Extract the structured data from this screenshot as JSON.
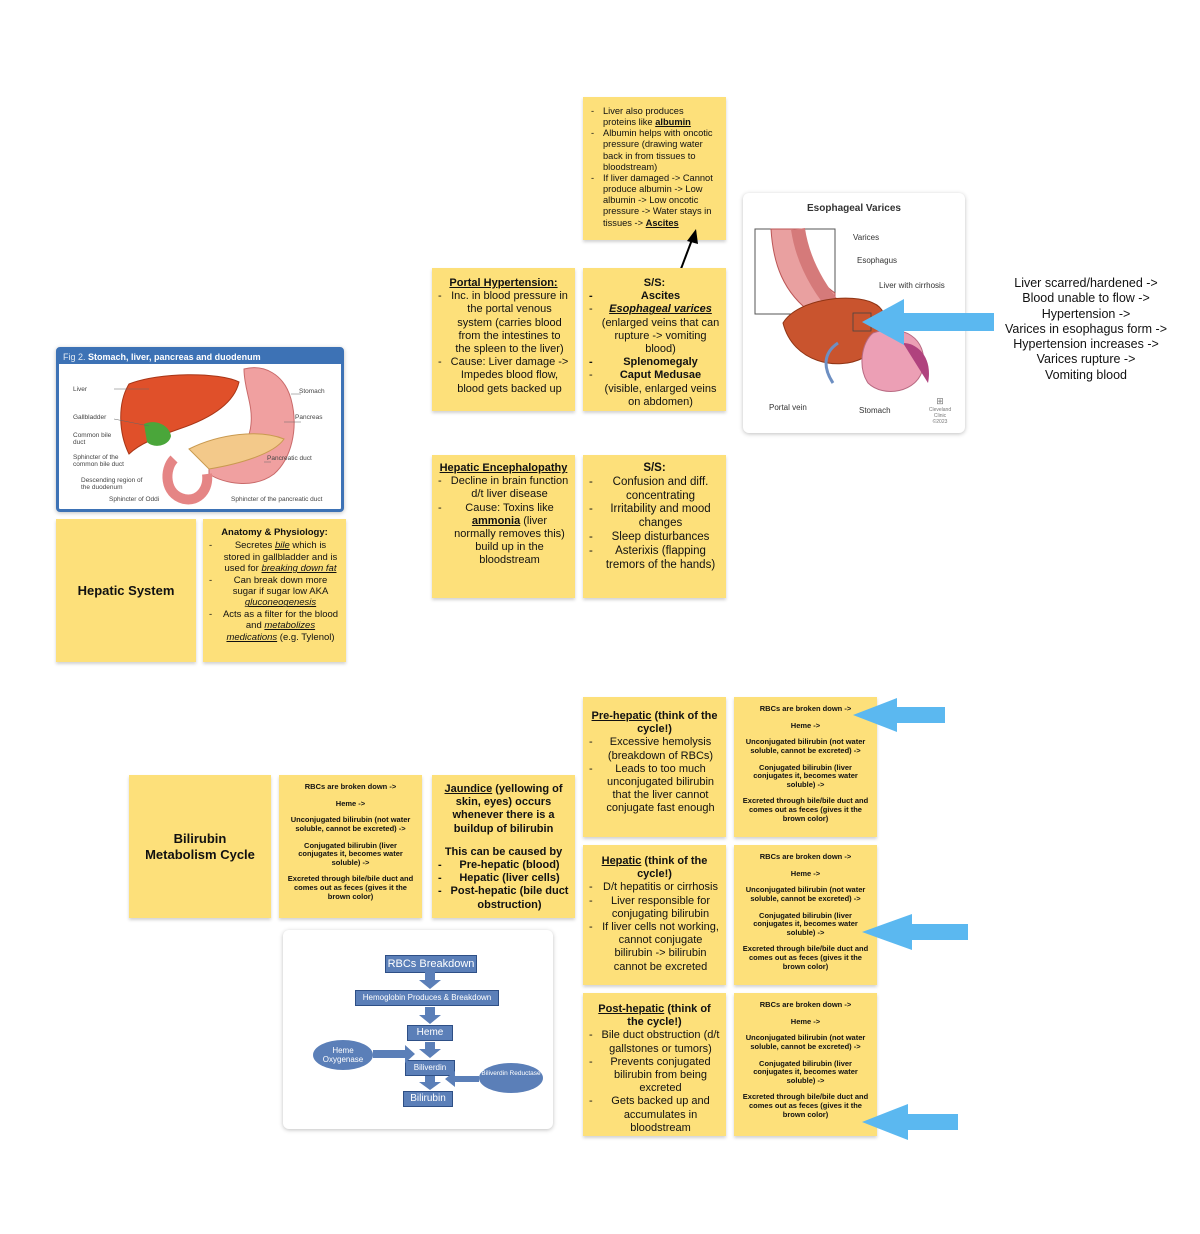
{
  "anatomy_fig": {
    "title_prefix": "Fig 2.",
    "title": "Stomach, liver, pancreas and duodenum",
    "labels": {
      "liver": "Liver",
      "gallbladder": "Gallbladder",
      "common_bile_duct": "Common bile duct",
      "sphincter_common": "Sphincter of the common bile duct",
      "descending": "Descending region of the duodenum",
      "oddi": "Sphincter of Oddi",
      "stomach": "Stomach",
      "pancreas": "Pancreas",
      "pancreatic_duct": "Pancreatic duct",
      "sphincter_pancreatic": "Sphincter of the pancreatic duct"
    }
  },
  "hepatic_system": {
    "title": "Hepatic System"
  },
  "anatomy_note": {
    "heading": "Anatomy & Physiology:",
    "i1a": "Secretes ",
    "i1b": "bile",
    "i1c": " which is stored in gallbladder and is used for ",
    "i1d": "breaking down fat",
    "i2a": "Can break down more sugar if sugar low AKA ",
    "i2b": "gluconeogenesis",
    "i3a": "Acts as a filter for the blood and ",
    "i3b": "metabolizes medications",
    "i3c": " (e.g. Tylenol)"
  },
  "albumin_note": {
    "i1a": "Liver also produces proteins like ",
    "i1b": "albumin",
    "i2": "Albumin helps with oncotic pressure (drawing water back in from tissues to bloodstream)",
    "i3a": "If liver damaged -> Cannot produce albumin -> Low albumin -> Low oncotic pressure -> Water stays in tissues -> ",
    "i3b": "Ascites"
  },
  "portal_note": {
    "heading": "Portal Hypertension:",
    "i1": "Inc. in blood pressure in the portal venous system (carries blood from the intestines to the spleen to the liver)",
    "i2": "Cause: Liver damage -> Impedes blood flow, blood gets backed up"
  },
  "portal_ss": {
    "heading": "S/S:",
    "i1": "Ascites",
    "i2": "Esophageal varices",
    "i2b": "(enlarged veins that can rupture -> vomiting blood)",
    "i3": "Splenomegaly",
    "i4": "Caput Medusae",
    "i4b": "(visible, enlarged veins on abdomen)"
  },
  "varices_fig": {
    "title": "Esophageal Varices",
    "l_varices": "Varices",
    "l_esophagus": "Esophagus",
    "l_liver": "Liver with cirrhosis",
    "l_portal": "Portal vein",
    "l_stomach": "Stomach",
    "brand": "Cleveland Clinic",
    "year": "©2023"
  },
  "varices_text": {
    "l1": "Liver scarred/hardened ->",
    "l2": "Blood unable to flow ->",
    "l3": "Hypertension ->",
    "l4": "Varices in esophagus form ->",
    "l5": "Hypertension increases ->",
    "l6": "Varices rupture ->",
    "l7": "Vomiting blood"
  },
  "enceph_note": {
    "heading": "Hepatic Encephalopathy",
    "i1": "Decline in brain function d/t liver disease",
    "i2a": "Cause: Toxins like ",
    "i2b": "ammonia",
    "i2c": " (liver normally removes this) build up in the bloodstream"
  },
  "enceph_ss": {
    "heading": "S/S:",
    "i1": "Confusion and diff. concentrating",
    "i2": "Irritability and mood changes",
    "i3": "Sleep disturbances",
    "i4": "Asterixis (flapping tremors of the hands)"
  },
  "bilirubin": {
    "title": "Bilirubin Metabolism Cycle"
  },
  "cycle": {
    "s1": "RBCs are broken down ->",
    "s2": "Heme ->",
    "s3": "Unconjugated bilirubin (not water soluble, cannot be excreted) ->",
    "s4": "Conjugated bilirubin (liver conjugates it, becomes water soluble) ->",
    "s5": "Excreted through bile/bile duct and comes out as feces (gives it the brown color)"
  },
  "jaundice": {
    "h1": "Jaundice",
    "h2": " (yellowing of skin, eyes) occurs whenever there is a buildup of bilirubin",
    "sub": "This can be caused by",
    "i1": "Pre-hepatic (blood)",
    "i2": "Hepatic (liver cells)",
    "i3": "Post-hepatic (bile duct obstruction)"
  },
  "flow": {
    "b1": "RBCs Breakdown",
    "b2": "Hemoglobin Produces & Breakdown",
    "b3": "Heme",
    "b4": "Biliverdin",
    "b5": "Bilirubin",
    "e1": "Heme Oxygenase",
    "e2": "Biliverdin Reductase"
  },
  "prehep": {
    "h1": "Pre-hepatic",
    "h2": " (think of the cycle!)",
    "i1": "Excessive hemolysis (breakdown of RBCs)",
    "i2": "Leads to too much unconjugated bilirubin that the liver cannot conjugate fast enough"
  },
  "hep": {
    "h1": "Hepatic",
    "h2": " (think of the cycle!)",
    "i1": "D/t hepatitis or cirrhosis",
    "i2": "Liver responsible for conjugating bilirubin",
    "i3": "If liver cells not working, cannot conjugate bilirubin -> bilirubin cannot be excreted"
  },
  "posthep": {
    "h1": "Post-hepatic",
    "h2": " (think of the cycle!)",
    "i1": "Bile duct obstruction (d/t gallstones or tumors)",
    "i2": "Prevents conjugated bilirubin from being excreted",
    "i3": "Gets backed up and accumulates in bloodstream"
  },
  "colors": {
    "note": "#fde07a",
    "arrow": "#5bb8f0",
    "flow_box": "#5b7fb8",
    "fig_header": "#3d72b5"
  }
}
